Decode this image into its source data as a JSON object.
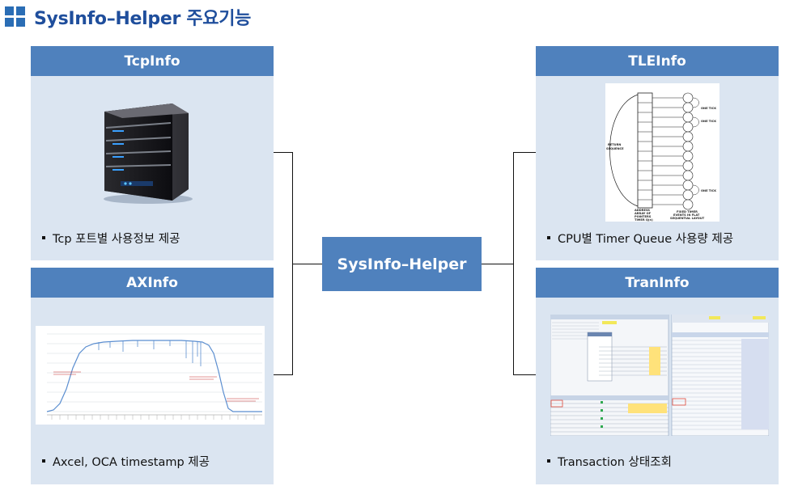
{
  "title": "SysInfo–Helper 주요기능",
  "center_label": "SysInfo–Helper",
  "panels": [
    {
      "header": "TcpInfo",
      "bullet": "Tcp 포트별 사용정보 제공"
    },
    {
      "header": "AXInfo",
      "bullet": "Axcel, OCA timestamp 제공"
    },
    {
      "header": "TLEInfo",
      "bullet": "CPU별 Timer Queue 사용량 제공"
    },
    {
      "header": "TranInfo",
      "bullet": "Transaction 상태조회"
    }
  ],
  "tle_diagram": {
    "left_label": [
      "RETURN",
      "SEQUENCE"
    ],
    "bottom_left_label": [
      "ADDRESS",
      "ARRAY OF",
      "POINTERS",
      "TIMER Q(n)"
    ],
    "bottom_right_label": [
      "FIXED TIMER",
      "EVENTS IN FLAT",
      "SEQUENTIAL LAYOUT"
    ],
    "tick_label": "ONE TICK"
  },
  "colors": {
    "header_bg": "#4f81bd",
    "panel_bg": "#dbe5f1",
    "title": "#1f4e9c"
  }
}
